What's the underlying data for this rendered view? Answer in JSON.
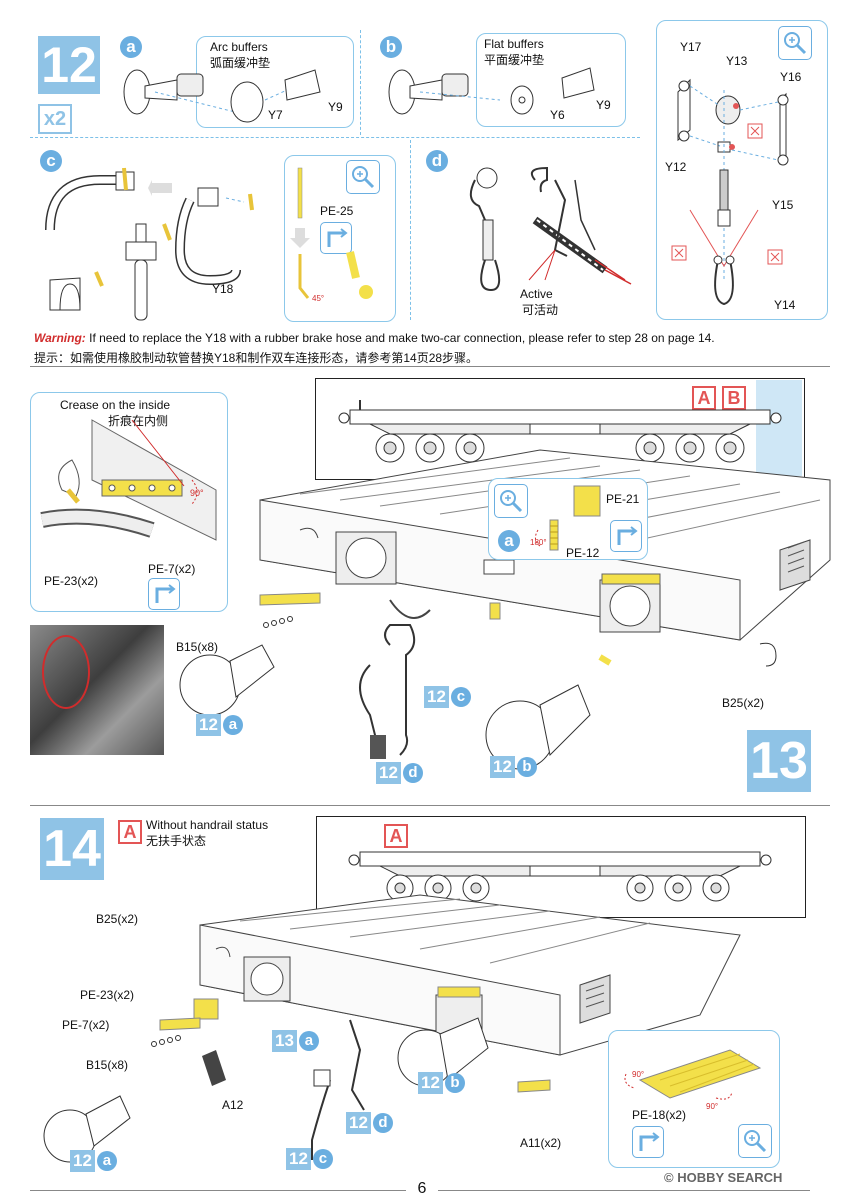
{
  "step12": {
    "number": "12",
    "multiplier": "x2",
    "a": {
      "letter": "a",
      "title_en": "Arc buffers",
      "title_zh": "弧面缓冲垫",
      "part_y7": "Y7",
      "part_y9": "Y9"
    },
    "b": {
      "letter": "b",
      "title_en": "Flat buffers",
      "title_zh": "平面缓冲垫",
      "part_y6": "Y6",
      "part_y9": "Y9"
    },
    "c": {
      "letter": "c",
      "part_y18": "Y18",
      "part_pe25": "PE-25",
      "angle": "45°"
    },
    "d": {
      "letter": "d",
      "active_en": "Active",
      "active_zh": "可活动"
    },
    "coupler": {
      "y17": "Y17",
      "y13": "Y13",
      "y16": "Y16",
      "y12": "Y12",
      "y15": "Y15",
      "y14": "Y14"
    },
    "warning_label": "Warning:",
    "warning_text": " If need to replace the Y18 with a rubber brake hose and make two-car connection, please refer to step 28 on page 14.",
    "warning_zh": "提示：如需使用橡胶制动软管替换Y18和制作双车连接形态，请参考第14页28步骤。"
  },
  "step13": {
    "number": "13",
    "crease_en": "Crease on the inside",
    "crease_zh": "折痕在内侧",
    "pe23": "PE-23(x2)",
    "pe7": "PE-7(x2)",
    "angle90": "90°",
    "b15": "B15(x8)",
    "b25": "B25(x2)",
    "pe21": "PE-21",
    "pe12": "PE-12",
    "angle180": "180°",
    "sub_a": "a",
    "box_a": "A",
    "box_b": "B",
    "ref_12a": [
      "12",
      "a"
    ],
    "ref_12b": [
      "12",
      "b"
    ],
    "ref_12c": [
      "12",
      "c"
    ],
    "ref_12d": [
      "12",
      "d"
    ]
  },
  "step14": {
    "number": "14",
    "box_a": "A",
    "without_en": "Without handrail status",
    "without_zh": "无扶手状态",
    "b25": "B25(x2)",
    "pe23": "PE-23(x2)",
    "pe7": "PE-7(x2)",
    "b15": "B15(x8)",
    "a12": "A12",
    "a11": "A11(x2)",
    "pe18": "PE-18(x2)",
    "angle90a": "90°",
    "angle90b": "90°",
    "ref_13a": [
      "13",
      "a"
    ],
    "ref_12a": [
      "12",
      "a"
    ],
    "ref_12b": [
      "12",
      "b"
    ],
    "ref_12c": [
      "12",
      "c"
    ],
    "ref_12d": [
      "12",
      "d"
    ]
  },
  "footer": {
    "page": "6",
    "watermark": "HOBBY SEARCH",
    "watermark_mark": "©"
  },
  "colors": {
    "accent_blue": "#8fc3e6",
    "circle_blue": "#6aaee0",
    "warning_red": "#d12c2c",
    "highlight_yellow": "#f3e04a",
    "box_red": "#e35555"
  }
}
